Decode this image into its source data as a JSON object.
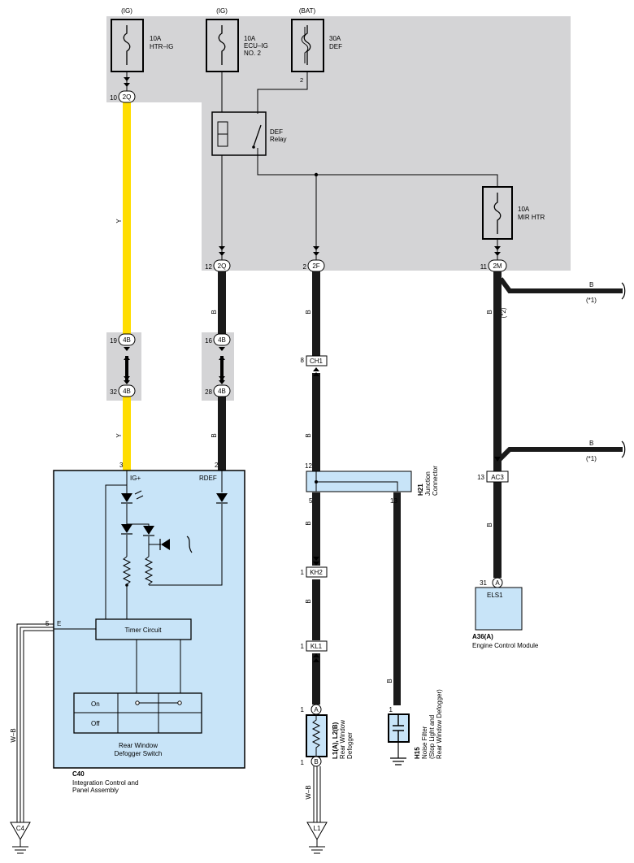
{
  "fuses": {
    "htr_ig": {
      "source": "(IG)",
      "amp": "10A",
      "name": "HTR–IG"
    },
    "ecu_ig": {
      "source": "(IG)",
      "amp": "10A",
      "name_1": "ECU–IG",
      "name_2": "NO. 2"
    },
    "def": {
      "source": "(BAT)",
      "amp": "30A",
      "name": "DEF",
      "pin": "2"
    },
    "mir_htr": {
      "amp": "10A",
      "name": "MIR HTR"
    }
  },
  "relay": {
    "name_1": "DEF",
    "name_2": "Relay"
  },
  "connectors": {
    "c2q_a": {
      "pin": "10",
      "code": "2Q"
    },
    "c2q_b": {
      "pin": "12",
      "code": "2Q"
    },
    "c2f": {
      "pin": "2",
      "code": "2F"
    },
    "c2m": {
      "pin": "11",
      "code": "2M"
    },
    "c4b_1": {
      "pin": "19",
      "code": "4B"
    },
    "c4b_2": {
      "pin": "32",
      "code": "4B"
    },
    "c4b_3": {
      "pin": "16",
      "code": "4B"
    },
    "c4b_4": {
      "pin": "28",
      "code": "4B"
    },
    "ch1": {
      "pin": "8",
      "code": "CH1"
    },
    "kh2": {
      "pin": "1",
      "code": "KH2"
    },
    "kl1": {
      "pin": "1",
      "code": "KL1"
    },
    "ac3": {
      "pin": "13",
      "code": "AC3"
    },
    "els1": {
      "pin": "31",
      "letter": "A",
      "code": "ELS1"
    }
  },
  "wires": {
    "y1": "Y",
    "y2": "Y",
    "b_2q": "B",
    "b_2q_2": "B",
    "b_2f_1": "B",
    "b_2f_2": "B",
    "b_2f_3": "B",
    "b_2f_4": "B",
    "b_noise": "B",
    "b_2m": "B",
    "b_ac3": "B",
    "b_branch_1": "B",
    "b_branch_2": "B",
    "wb_left": "W–B",
    "wb_l1": "W–B"
  },
  "notes": {
    "star1_a": "(*1)",
    "star1_b": "(*1)",
    "star2": "(*2)"
  },
  "junction": {
    "code": "H21",
    "name_1": "Junction",
    "name_2": "Connector",
    "pin_in": "12",
    "pin_out1": "5",
    "pin_out2": "13"
  },
  "c40": {
    "code": "C40",
    "name_1": "Integration Control and",
    "name_2": "Panel Assembly",
    "pin_ig": "3",
    "label_ig": "IG+",
    "pin_rdef": "2",
    "label_rdef": "RDEF",
    "pin_e": "5",
    "label_e": "E",
    "timer": "Timer Circuit",
    "switch_on": "On",
    "switch_off": "Off",
    "switch_name_1": "Rear Window",
    "switch_name_2": "Defogger Switch"
  },
  "defogger": {
    "code": "L1(A), L2(B)",
    "name_1": "Rear Window",
    "name_2": "Defogger",
    "pin_a": "1",
    "letter_a": "A",
    "pin_b": "1",
    "letter_b": "B"
  },
  "noise_filter": {
    "code": "H15",
    "name_1": "Noise Filter",
    "name_2": "(Stop Light and",
    "name_3": "Rear Window Defogger)",
    "pin": "1"
  },
  "ecm": {
    "code": "A36(A)",
    "name": "Engine Control Module"
  },
  "grounds": {
    "c4": "C4",
    "l1": "L1"
  },
  "colors": {
    "yellow_wire": "#ffdd00",
    "panel_gray": "#d4d4d6",
    "module_blue": "#c8e4f8",
    "black_wire": "#1a1a1a"
  }
}
